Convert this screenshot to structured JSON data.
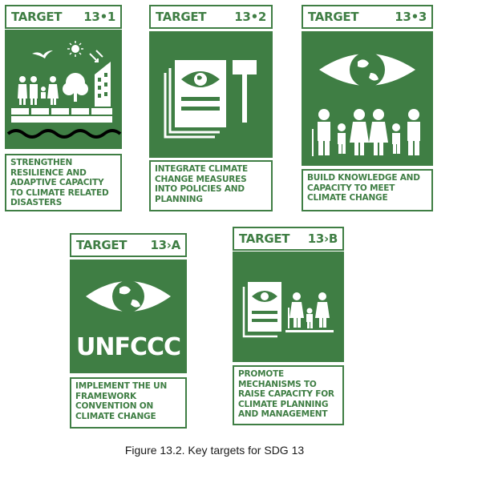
{
  "targets": [
    {
      "label": "TARGET",
      "number": "13•1",
      "description": "STRENGTHEN RESILIENCE AND ADAPTIVE CAPACITY TO CLIMATE RELATED DISASTERS",
      "icon": "resilience-pictogram-icon"
    },
    {
      "label": "TARGET",
      "number": "13•2",
      "description": "INTEGRATE CLIMATE CHANGE MEASURES INTO POLICIES AND PLANNING",
      "icon": "policy-document-gavel-icon"
    },
    {
      "label": "TARGET",
      "number": "13•3",
      "description": "BUILD KNOWLEDGE AND CAPACITY TO MEET CLIMATE CHANGE",
      "icon": "eye-globe-people-icon"
    },
    {
      "label": "TARGET",
      "number": "13›A",
      "description": "IMPLEMENT THE UN FRAMEWORK CONVENTION ON CLIMATE CHANGE",
      "icon_text": "UNFCCC",
      "icon": "eye-globe-icon"
    },
    {
      "label": "TARGET",
      "number": "13›B",
      "description": "PROMOTE MECHANISMS TO RAISE CAPACITY FOR CLIMATE PLANNING AND MANAGEMENT",
      "icon": "document-family-icon"
    }
  ],
  "caption": "Figure 13.2. Key targets for SDG 13",
  "colors": {
    "sdg13_green": "#3f7e44",
    "background": "#ffffff"
  }
}
